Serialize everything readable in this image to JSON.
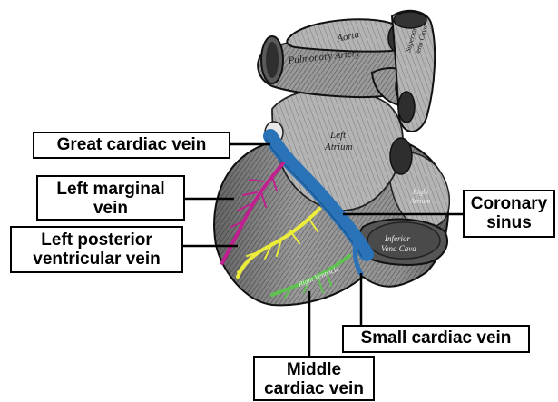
{
  "labels": {
    "great_cardiac_vein": "Great cardiac vein",
    "left_marginal_vein": [
      "Left marginal",
      "vein"
    ],
    "left_posterior_ventricular_vein": [
      "Left posterior",
      "ventricular vein"
    ],
    "coronary_sinus": [
      "Coronary",
      "sinus"
    ],
    "small_cardiac_vein": "Small cardiac vein",
    "middle_cardiac_vein": [
      "Middle",
      "cardiac vein"
    ]
  },
  "engraved_text": {
    "aorta": "Aorta",
    "pulmonary_artery": "Pulmonary Artery",
    "superior_vena_cava": [
      "Superior",
      "Vena Cava"
    ],
    "left_atrium": [
      "Left",
      "Atrium"
    ],
    "right_atrium": [
      "Right",
      "Atrium"
    ],
    "inferior_vena_cava": [
      "Inferior",
      "Vena Cava"
    ],
    "right_ventricle": "Right Ventricle"
  },
  "colors": {
    "coronary_sinus": "#2a73b8",
    "great_cardiac_vein": "#2a73b8",
    "left_marginal_vein": "#c0208f",
    "left_posterior_ventricular_vein": "#ecec3a",
    "middle_cardiac_vein": "#5fc150",
    "small_cardiac_vein": "#2a73b8",
    "leader_lines": "#000000"
  }
}
